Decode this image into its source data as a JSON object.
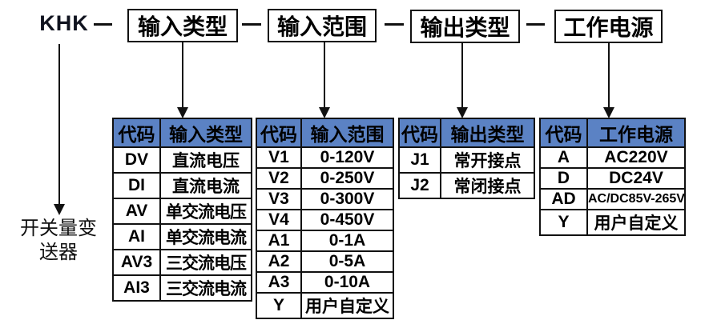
{
  "product": {
    "model": "KHK",
    "description_line1": "开关量变",
    "description_line2": "送器"
  },
  "segments": [
    {
      "label": "输入类型"
    },
    {
      "label": "输入范围"
    },
    {
      "label": "输出类型"
    },
    {
      "label": "工作电源"
    }
  ],
  "colors": {
    "table_header_bg": "#5b82c4",
    "line_color": "#111111",
    "background": "#ffffff"
  },
  "tables": [
    {
      "headers": [
        "代码",
        "输入类型"
      ],
      "rows": [
        [
          "DV",
          "直流电压"
        ],
        [
          "DI",
          "直流电流"
        ],
        [
          "AV",
          "单交流电压"
        ],
        [
          "AI",
          "单交流电流"
        ],
        [
          "AV3",
          "三交流电压"
        ],
        [
          "AI3",
          "三交流电流"
        ]
      ]
    },
    {
      "headers": [
        "代码",
        "输入范围"
      ],
      "rows": [
        [
          "V1",
          "0-120V"
        ],
        [
          "V2",
          "0-250V"
        ],
        [
          "V3",
          "0-300V"
        ],
        [
          "V4",
          "0-450V"
        ],
        [
          "A1",
          "0-1A"
        ],
        [
          "A2",
          "0-5A"
        ],
        [
          "A3",
          "0-10A"
        ],
        [
          "Y",
          "用户自定义"
        ]
      ]
    },
    {
      "headers": [
        "代码",
        "输出类型"
      ],
      "rows": [
        [
          "J1",
          "常开接点"
        ],
        [
          "J2",
          "常闭接点"
        ]
      ]
    },
    {
      "headers": [
        "代码",
        "工作电源"
      ],
      "rows": [
        [
          "A",
          "AC220V"
        ],
        [
          "D",
          "DC24V"
        ],
        [
          "AD",
          "AC/DC85V-265V"
        ],
        [
          "Y",
          "用户自定义"
        ]
      ]
    }
  ]
}
